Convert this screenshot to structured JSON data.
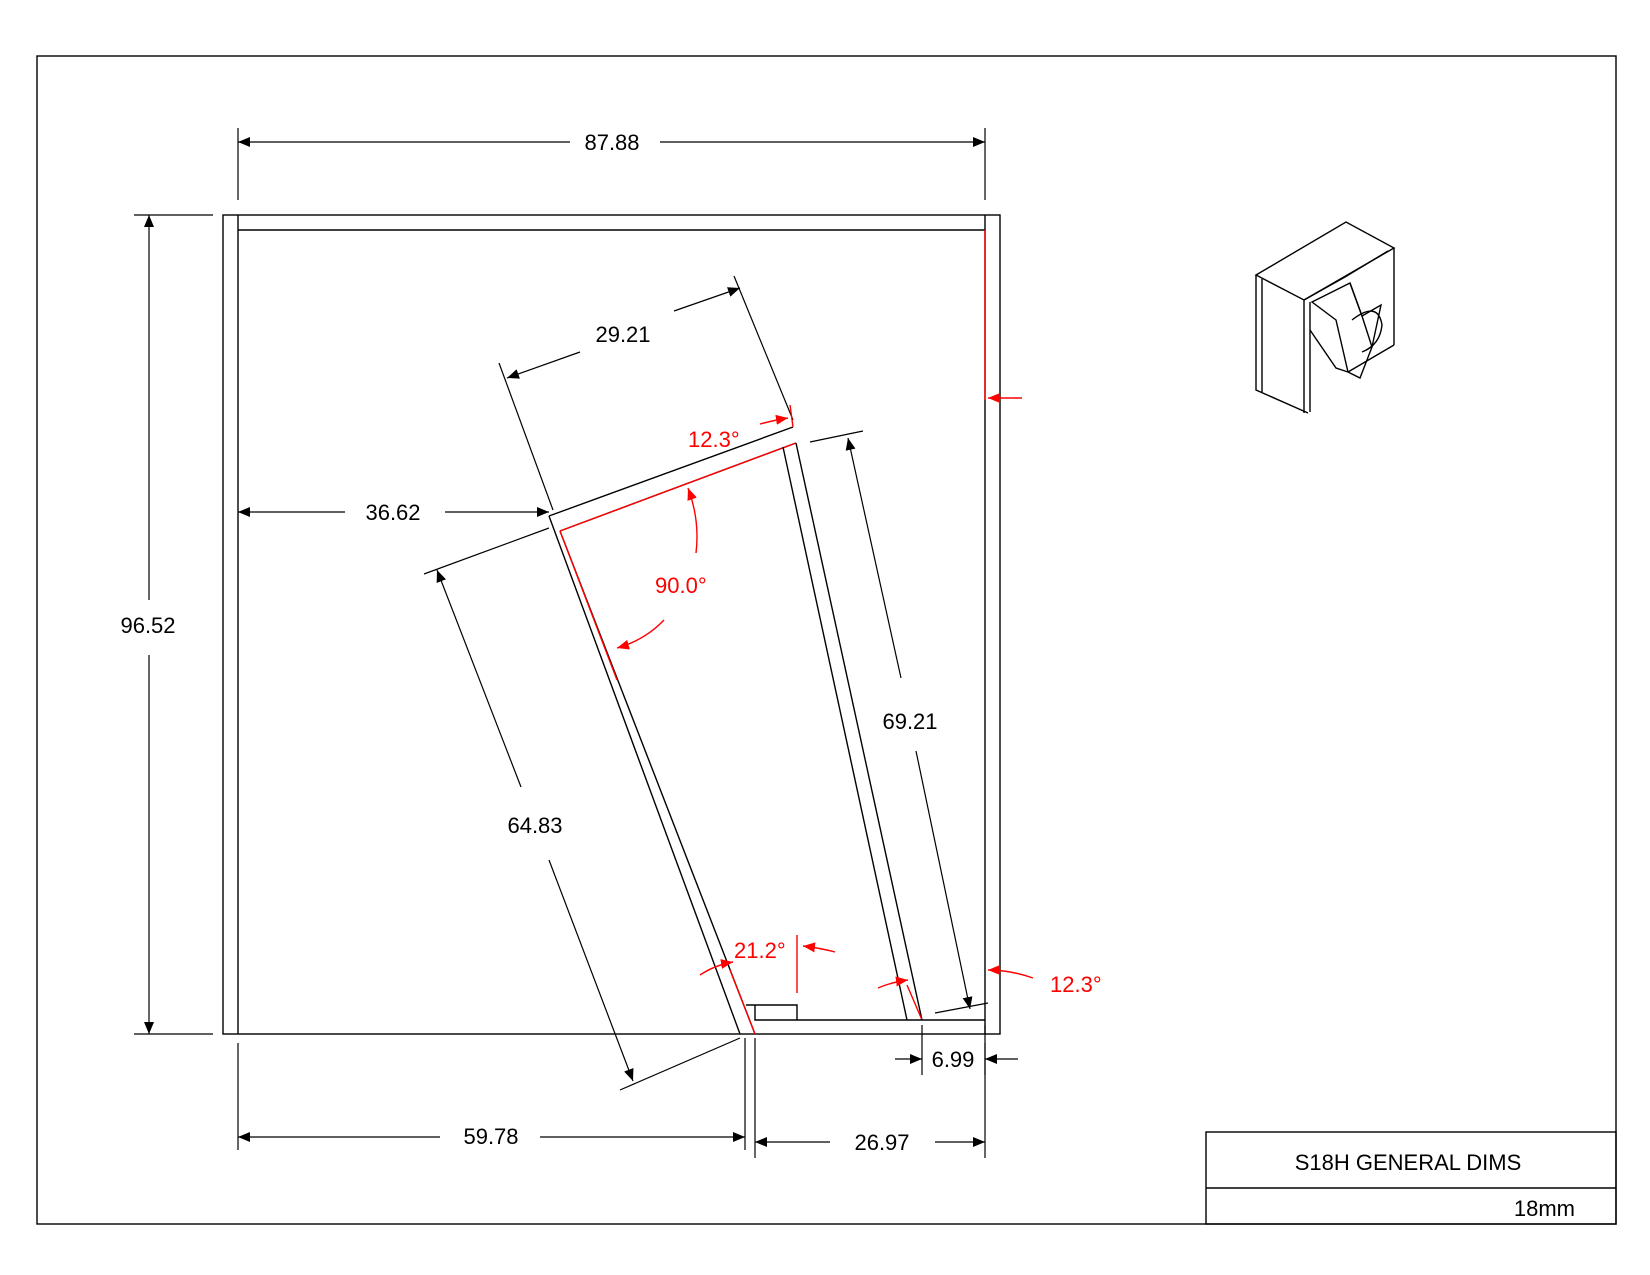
{
  "drawing": {
    "overall_width": "87.88",
    "overall_height": "96.52",
    "mouth_offset": "36.62",
    "mouth_width": "29.21",
    "front_panel_length": "64.83",
    "rear_panel_length": "69.21",
    "bottom_left": "59.78",
    "bottom_right": "26.97",
    "throat_gap": "6.99"
  },
  "angles": {
    "top_angle": "12.3°",
    "right_angle": "90.0°",
    "throat_angle": "21.2°",
    "rear_angle": "12.3°"
  },
  "title_block": {
    "title": "S18H  GENERAL DIMS",
    "material": "18mm"
  },
  "colors": {
    "lines": "#000000",
    "angle_annotations": "#ff0000"
  }
}
